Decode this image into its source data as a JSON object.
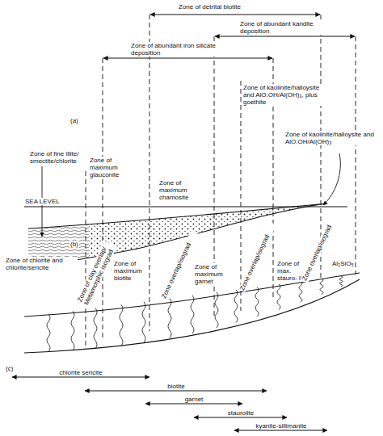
{
  "diagram": {
    "labels": [
      "Zone of detrital biotite",
      "Zone of abundant kandite deposition",
      "Zone of abundant iron silicate deposition",
      "(a)",
      "Zone of kaolinite/halloysite and AlO.OH/Al(OH)₃, plus goethite",
      "Zone of kaolinite/halloysite and AlO.OH/Al(OH)₃",
      "Zone of fine illite/ smectite/chlorite",
      "Zone of maximum glauconite",
      "Zone of maximum chamosite",
      "SEA LEVEL",
      "(b)",
      "Zone of chlorite and chlorite/sericite",
      "Zone of clay overlap/ Metamorphic isograd",
      "Zone of maximum biotite",
      "Zone overlap/isograd",
      "Zone of maximum garnet",
      "Zone overlap/isograd",
      "Zone of max. stauro- lite",
      "Zone overlap/isograd",
      "Al₂SiO₅",
      "(c)",
      "chlorite sericite",
      "biotite",
      "garnet",
      "staurolite",
      "kyanite-sillimanite"
    ]
  }
}
